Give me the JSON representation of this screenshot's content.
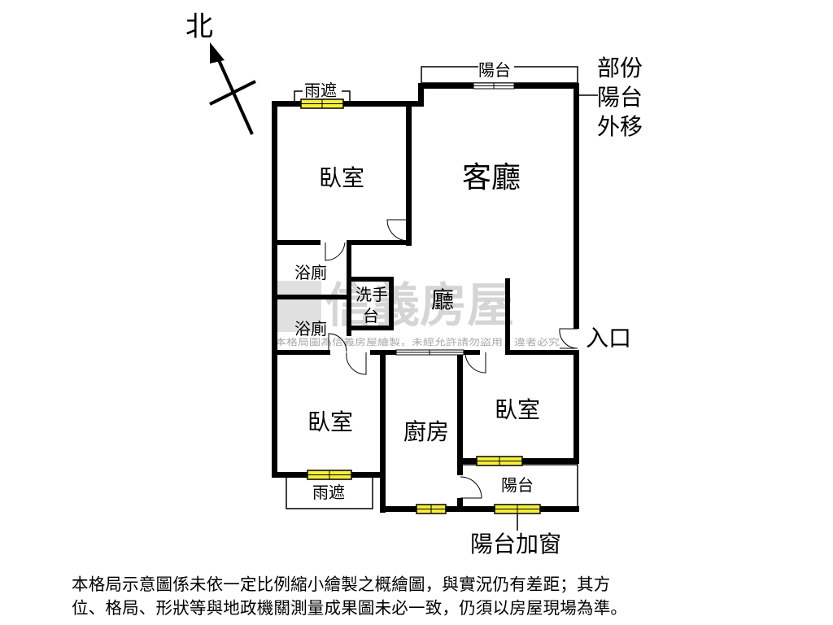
{
  "compass": {
    "north_label": "北"
  },
  "rooms": {
    "bedroom_top_left": "臥室",
    "living_room": "客廳",
    "bath_1": "浴廁",
    "bath_2": "浴廁",
    "wash_basin_line1": "洗手",
    "wash_basin_line2": "台",
    "hall": "廳",
    "bedroom_bottom_left": "臥室",
    "kitchen": "廚房",
    "bedroom_bottom_right": "臥室",
    "balcony_bottom": "陽台"
  },
  "annotations": {
    "balcony_top": "陽台",
    "awning_top": "雨遮",
    "awning_bottom": "雨遮",
    "partial_balcony_line1": "部份",
    "partial_balcony_line2": "陽台",
    "partial_balcony_line3": "外移",
    "entrance": "入口",
    "balcony_window": "陽台加窗"
  },
  "watermark": {
    "brand": "信義房屋",
    "notice": "本格局圖為信義房屋繪製，未經允許請勿盜用，違者必究"
  },
  "disclaimer": {
    "line1": "本格局示意圖係未依一定比例縮小繪製之概繪圖，與實況仍有差距；其方",
    "line2": "位、格局、形狀等與地政機關測量成果圖未必一致，仍須以房屋現場為準。"
  }
}
